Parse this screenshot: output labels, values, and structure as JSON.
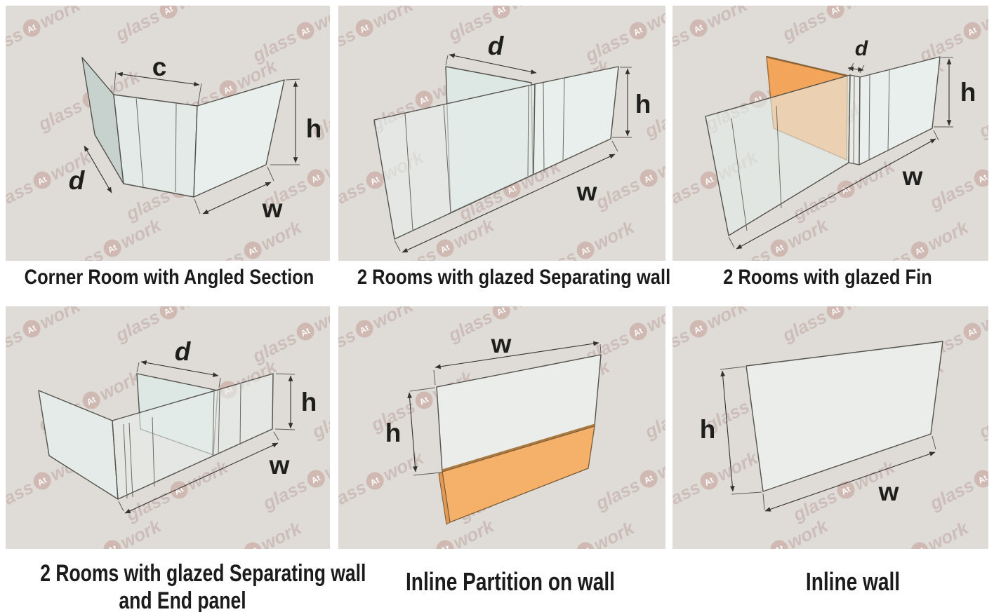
{
  "watermark": {
    "part1": "glass",
    "badge": "At",
    "part2": "work"
  },
  "colors": {
    "page_background": "#ffffff",
    "panel_background": "#dfdcd7",
    "glass_light": "#e9efec",
    "glass_mid": "#e3eae7",
    "glass_dark": "#c7d1cd",
    "orange_accent": "#f4a55c",
    "orange_wall": "#f5b169",
    "line_color": "#54524b",
    "caption_color": "#1b1b1b",
    "watermark_color": "#b08e8a"
  },
  "panels": [
    {
      "id": "corner-room-with-angled-section",
      "caption": "Corner Room with Angled Section",
      "dims": {
        "c": "c",
        "h": "h",
        "d": "d",
        "w": "w"
      }
    },
    {
      "id": "two-rooms-with-glazed-separating-wall",
      "caption": "2 Rooms with glazed Separating wall",
      "dims": {
        "d": "d",
        "h": "h",
        "w": "w"
      }
    },
    {
      "id": "two-rooms-with-glazed-fin",
      "caption": "2 Rooms with glazed Fin",
      "dims": {
        "d": "d",
        "h": "h",
        "w": "w"
      }
    },
    {
      "id": "two-rooms-with-glazed-separating-wall-and-end-panel",
      "caption": "2 Rooms with glazed Separating wall",
      "caption_line2": "and End panel",
      "dims": {
        "d": "d",
        "h": "h",
        "w": "w"
      }
    },
    {
      "id": "inline-partition-on-wall",
      "caption": "Inline Partition on wall",
      "dims": {
        "w": "w",
        "h": "h"
      }
    },
    {
      "id": "inline-wall",
      "caption": "Inline wall",
      "dims": {
        "h": "h",
        "w": "w"
      }
    }
  ]
}
